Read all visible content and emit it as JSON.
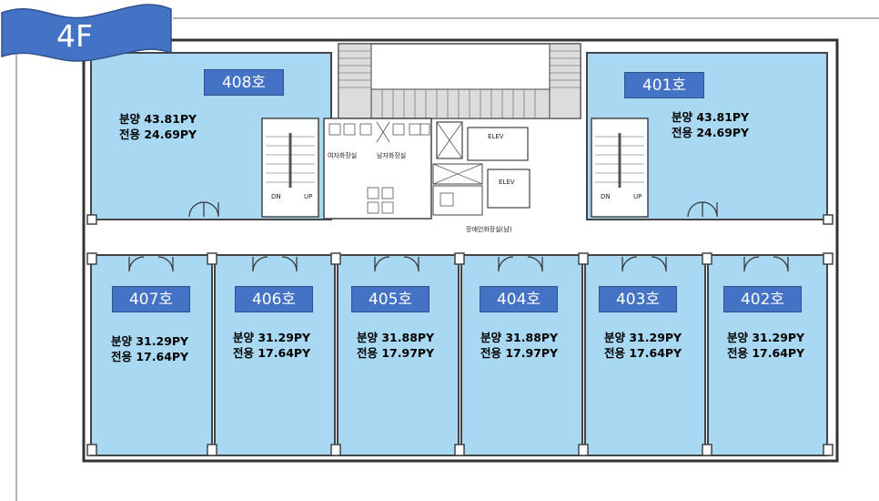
{
  "floor": "4F",
  "units": [
    {
      "id": "408호",
      "sale": "분양 43.81PY",
      "exclusive": "전용 24.69PY"
    },
    {
      "id": "401호",
      "sale": "분양 43.81PY",
      "exclusive": "전용 24.69PY"
    },
    {
      "id": "407호",
      "sale": "분양 31.29PY",
      "exclusive": "전용 17.64PY"
    },
    {
      "id": "406호",
      "sale": "분양 31.29PY",
      "exclusive": "전용 17.64PY"
    },
    {
      "id": "405호",
      "sale": "분양 31.88PY",
      "exclusive": "전용 17.97PY"
    },
    {
      "id": "404호",
      "sale": "분양 31.88PY",
      "exclusive": "전용 17.97PY"
    },
    {
      "id": "403호",
      "sale": "분양 31.29PY",
      "exclusive": "전용 17.64PY"
    },
    {
      "id": "402호",
      "sale": "분양 31.29PY",
      "exclusive": "전용 17.64PY"
    }
  ],
  "core_labels": {
    "restroom_f": "여자화장실",
    "restroom_m": "남자화장실",
    "elev1": "ELEV",
    "elev2": "ELEV",
    "disabled_wc": "장애인화장실(남)",
    "stair_dn": "DN",
    "stair_up": "UP"
  },
  "colors": {
    "room": "#a9d8f2",
    "tag": "#4472c4",
    "flag": "#4472c4"
  }
}
